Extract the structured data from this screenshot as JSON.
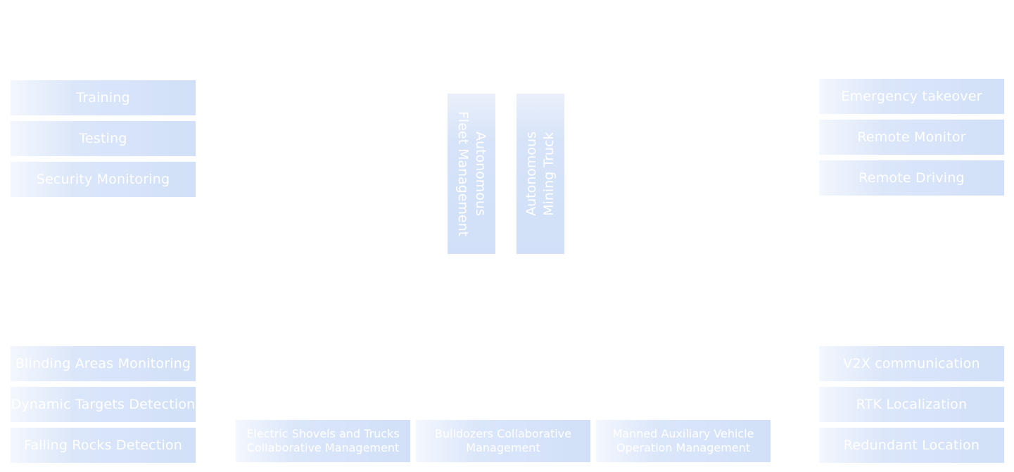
{
  "left_top": [
    "Training",
    "Testing",
    "Security Monitoring"
  ],
  "left_bottom": [
    "Blinding Areas Monitoring",
    "Dynamic Targets Detection",
    "Falling Rocks Detection"
  ],
  "right_top": [
    "Emergency takeover",
    "Remote Monitor",
    "Remote Driving"
  ],
  "right_bottom": [
    "V2X communication",
    "RTK Localization",
    "Redundant Location"
  ],
  "bottom": [
    "Electric Shovels and Trucks Collaborative Management",
    "Bulldozers Collaborative Management",
    "Manned Auxiliary Vehicle Operation Management"
  ],
  "center": {
    "fleet": "Autonomous\nFleet Management",
    "truck": "Autonomous\nMining Truck"
  },
  "colors": {
    "tile_light": "#f3f7fd",
    "tile_dark": "#d1e0f8",
    "text": "#ffffff"
  }
}
